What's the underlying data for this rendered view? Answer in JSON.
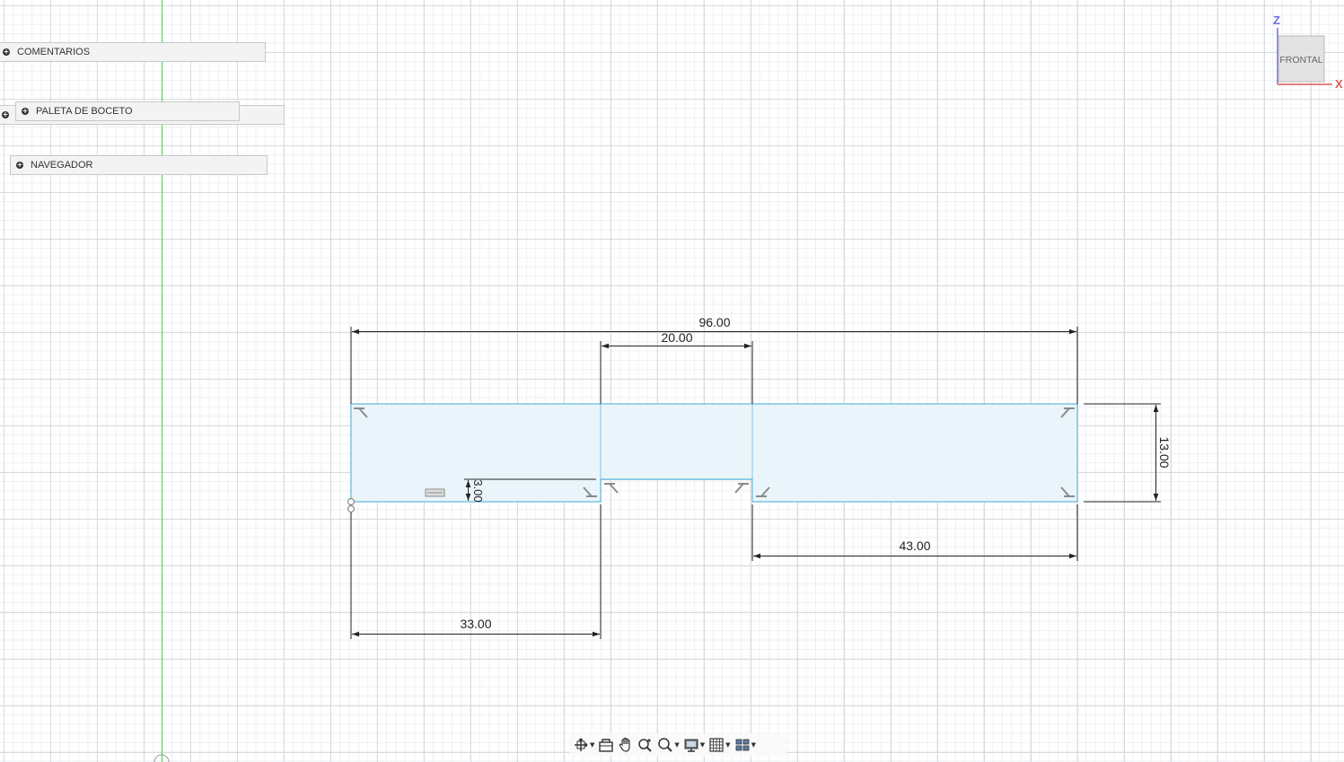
{
  "panels": {
    "comentarios": "COMENTARIOS",
    "paleta": "PALETA DE BOCETO",
    "navegador": "NAVEGADOR"
  },
  "dimensions": {
    "overall_width": "96.00",
    "slot_width": "20.00",
    "height": "13.00",
    "slot_depth": "3.00",
    "left_segment": "33.00",
    "right_segment": "43.00"
  },
  "viewcube": {
    "face": "FRONTAL",
    "axis_z": "Z",
    "axis_x": "X"
  },
  "colors": {
    "sketch_line": "#7ec3e3",
    "sketch_fill": "#eaf5fb",
    "z_axis": "#6f6fe0",
    "x_axis": "#e05a5a",
    "y_axis_line": "#5cd65c"
  },
  "toolbar": {
    "icons": [
      "orbit-icon",
      "look-at-icon",
      "pan-icon",
      "zoom-icon",
      "zoom-window-icon",
      "display-icon",
      "grid-icon",
      "viewports-icon"
    ]
  }
}
